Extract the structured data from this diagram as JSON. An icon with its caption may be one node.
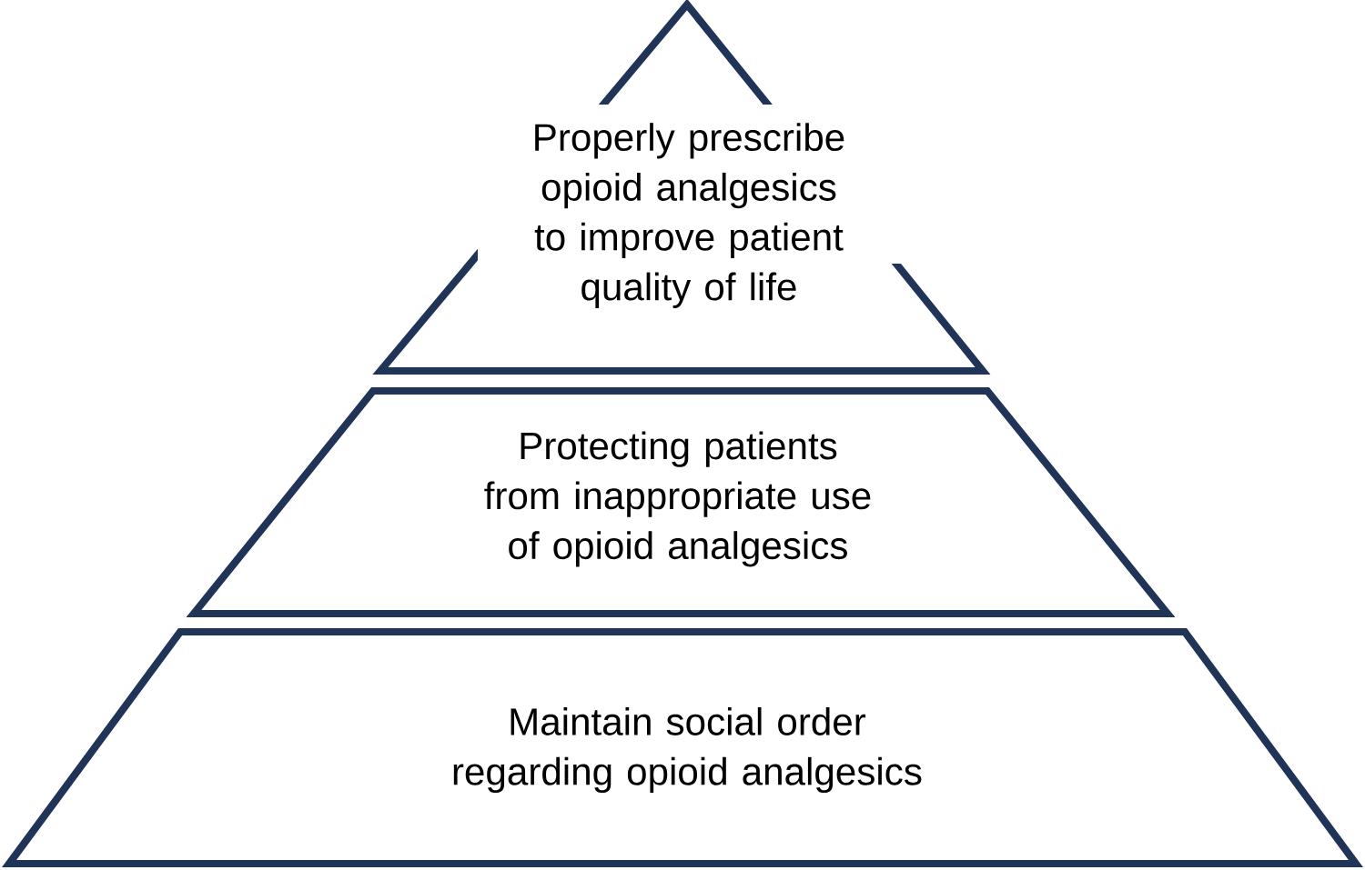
{
  "diagram": {
    "nodes": [
      {
        "text": [
          "Properly prescribe opioid analgesics to improve patient quality of life"
        ]
      },
      {
        "text": [
          "Protecting patients from inappropriate use of opioid analgesics"
        ]
      },
      {
        "text": [
          "Maintain social order regarding opioid analgesics"
        ]
      }
    ]
  }
}
